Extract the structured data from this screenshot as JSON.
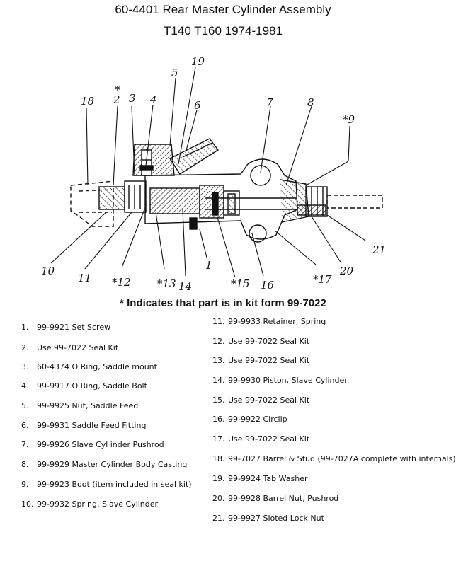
{
  "header": {
    "title": "60-4401 Rear Master Cylinder Assembly",
    "subtitle": "T140 T160 1974-1981"
  },
  "callouts": [
    {
      "id": "c18",
      "text": "18"
    },
    {
      "id": "c2",
      "text": "2"
    },
    {
      "id": "c2star",
      "text": "*"
    },
    {
      "id": "c3",
      "text": "3"
    },
    {
      "id": "c4",
      "text": "4"
    },
    {
      "id": "c5",
      "text": "5"
    },
    {
      "id": "c19",
      "text": "19"
    },
    {
      "id": "c6",
      "text": "6"
    },
    {
      "id": "c7",
      "text": "7"
    },
    {
      "id": "c8",
      "text": "8"
    },
    {
      "id": "c9",
      "text": "*9"
    },
    {
      "id": "c10",
      "text": "10"
    },
    {
      "id": "c11",
      "text": "11"
    },
    {
      "id": "c12",
      "text": "*12"
    },
    {
      "id": "c13",
      "text": "*13"
    },
    {
      "id": "c14",
      "text": "14"
    },
    {
      "id": "c1",
      "text": "1"
    },
    {
      "id": "c15",
      "text": "*15"
    },
    {
      "id": "c16",
      "text": "16"
    },
    {
      "id": "c17",
      "text": "*17"
    },
    {
      "id": "c20",
      "text": "20"
    },
    {
      "id": "c21",
      "text": "21"
    }
  ],
  "kit_note": "* Indicates that part is in kit form  99-7022",
  "parts_left": [
    {
      "num": "1.",
      "desc": "99-9921 Set Screw"
    },
    {
      "num": "2.",
      "desc": "Use 99-7022 Seal Kit"
    },
    {
      "num": "3.",
      "desc": "60-4374 O Ring, Saddle mount"
    },
    {
      "num": "4.",
      "desc": "99-9917 O Ring, Saddle Bolt"
    },
    {
      "num": "5.",
      "desc": "99-9925 Nut, Saddle Feed"
    },
    {
      "num": "6.",
      "desc": "99-9931 Saddle Feed Fitting"
    },
    {
      "num": "7.",
      "desc": "99-9926 Slave Cyl inder Pushrod"
    },
    {
      "num": "8.",
      "desc": "99-9929 Master Cylinder Body Casting"
    },
    {
      "num": "9.",
      "desc": "99-9923 Boot (item included in seal kit)"
    },
    {
      "num": "10.",
      "desc": "99-9932 Spring, Slave Cylinder"
    }
  ],
  "parts_right": [
    {
      "num": "11.",
      "desc": "99-9933 Retainer, Spring"
    },
    {
      "num": "12.",
      "desc": "Use 99-7022 Seal Kit"
    },
    {
      "num": "13.",
      "desc": "Use 99-7022 Seal Kit"
    },
    {
      "num": "14.",
      "desc": "99-9930 Piston, Slave Cylinder"
    },
    {
      "num": "15.",
      "desc": "Use 99-7022 Seal Kit"
    },
    {
      "num": "16.",
      "desc": "99-9922 Circlip"
    },
    {
      "num": "17.",
      "desc": "Use 99-7022 Seal Kit"
    },
    {
      "num": "18.",
      "desc": "99-7027 Barrel & Stud (99-7027A complete with internals)"
    },
    {
      "num": "19.",
      "desc": "99-9924 Tab Washer"
    },
    {
      "num": "20.",
      "desc": "99-9928 Barrel Nut, Pushrod"
    },
    {
      "num": "21.",
      "desc": "99-9927 Sloted Lock Nut"
    }
  ]
}
